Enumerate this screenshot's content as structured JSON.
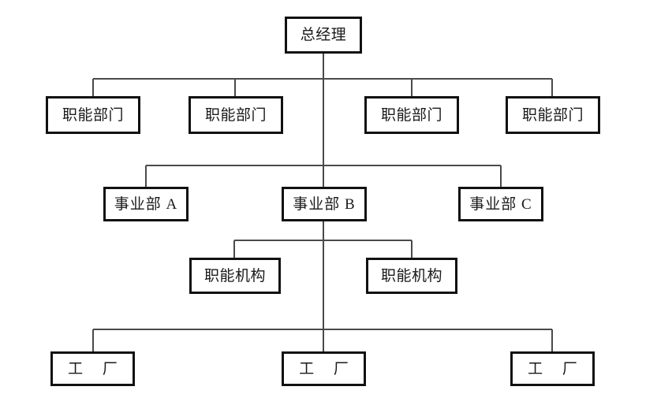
{
  "chart_data": {
    "type": "diagram",
    "title": "",
    "diagram_kind": "organization-chart",
    "levels": 5,
    "nodes": [
      {
        "id": "gm",
        "label": "总经理",
        "level": 1
      },
      {
        "id": "fd1",
        "label": "职能部门",
        "level": 2
      },
      {
        "id": "fd2",
        "label": "职能部门",
        "level": 2
      },
      {
        "id": "fd3",
        "label": "职能部门",
        "level": 2
      },
      {
        "id": "fd4",
        "label": "职能部门",
        "level": 2
      },
      {
        "id": "divA",
        "label": "事业部 A",
        "level": 3
      },
      {
        "id": "divB",
        "label": "事业部 B",
        "level": 3
      },
      {
        "id": "divC",
        "label": "事业部 C",
        "level": 3
      },
      {
        "id": "fa1",
        "label": "职能机构",
        "level": 4
      },
      {
        "id": "fa2",
        "label": "职能机构",
        "level": 4
      },
      {
        "id": "fac1",
        "label": "工 厂",
        "level": 5
      },
      {
        "id": "fac2",
        "label": "工 厂",
        "level": 5
      },
      {
        "id": "fac3",
        "label": "工 厂",
        "level": 5
      }
    ],
    "edges": [
      {
        "from": "gm",
        "to": "fd1"
      },
      {
        "from": "gm",
        "to": "fd2"
      },
      {
        "from": "gm",
        "to": "fd3"
      },
      {
        "from": "gm",
        "to": "fd4"
      },
      {
        "from": "gm",
        "to": "divA"
      },
      {
        "from": "gm",
        "to": "divB"
      },
      {
        "from": "gm",
        "to": "divC"
      },
      {
        "from": "divB",
        "to": "fa1"
      },
      {
        "from": "divB",
        "to": "fa2"
      },
      {
        "from": "divB",
        "to": "fac1"
      },
      {
        "from": "divB",
        "to": "fac2"
      },
      {
        "from": "divB",
        "to": "fac3"
      }
    ],
    "colors": {
      "box_border": "#111111",
      "box_fill": "#ffffff",
      "connector": "#4a4a4a",
      "text": "#1a1a1a",
      "background": "#ffffff"
    }
  },
  "nodes": {
    "gm": {
      "label": "总经理"
    },
    "fd1": {
      "label": "职能部门"
    },
    "fd2": {
      "label": "职能部门"
    },
    "fd3": {
      "label": "职能部门"
    },
    "fd4": {
      "label": "职能部门"
    },
    "divA": {
      "label": "事业部 A"
    },
    "divB": {
      "label": "事业部 B"
    },
    "divC": {
      "label": "事业部 C"
    },
    "fa1": {
      "label": "职能机构"
    },
    "fa2": {
      "label": "职能机构"
    },
    "fac1": {
      "label": "工 厂"
    },
    "fac2": {
      "label": "工 厂"
    },
    "fac3": {
      "label": "工 厂"
    }
  }
}
